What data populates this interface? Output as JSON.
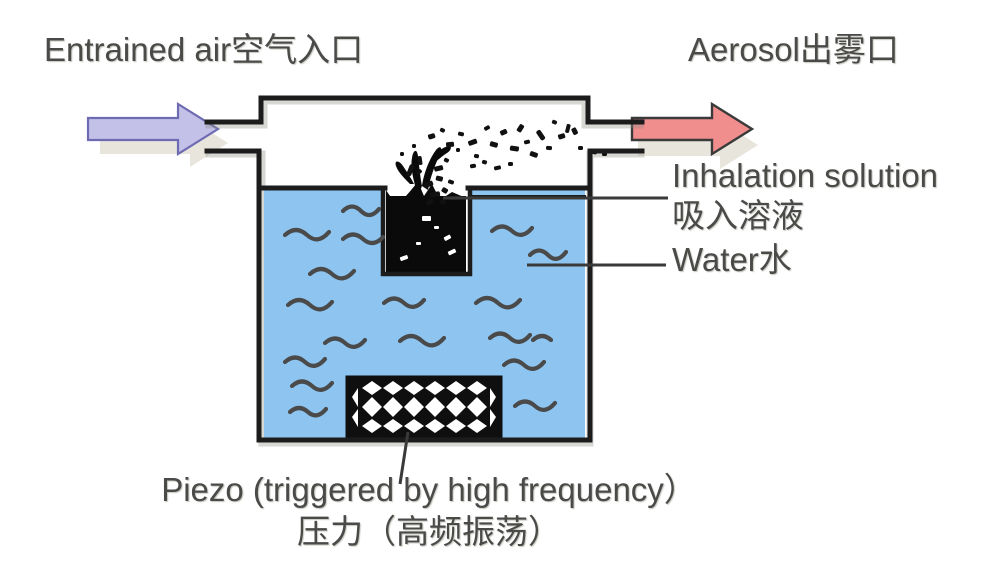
{
  "diagram": {
    "title_hidden": "",
    "labels": {
      "entrained_air": "Entrained air空气入口",
      "aerosol_outlet": "Aerosol出雾口",
      "inhalation_solution_en": "Inhalation solution",
      "inhalation_solution_zh": "吸入溶液",
      "water": "Water水",
      "piezo_en": "Piezo (triggered by high frequency）",
      "piezo_zh": "压力（高频振荡）"
    },
    "icons": {
      "inlet_arrow": "right-arrow-icon",
      "outlet_arrow": "right-arrow-icon",
      "mist_particles": "aerosol-droplets-icon",
      "wave_marks": "water-wave-icon",
      "piezo_lattice": "crosshatch-lattice-icon"
    },
    "colors": {
      "inlet_arrow_fill": "#c3c1e8",
      "inlet_arrow_stroke": "#6f6bb3",
      "outlet_arrow_fill": "#f08d8d",
      "outlet_arrow_stroke": "#3a3a3a",
      "arrow_shadow": "#e8e6dc",
      "water_fill": "#8ec5f0",
      "solution_fill": "#0a0a0a",
      "outline": "#1c1c1c",
      "text": "#4a4a48",
      "background": "#ffffff"
    },
    "parts": {
      "housing": "nebulizer-housing",
      "inlet_tube": "air-inlet-tube",
      "outlet_tube": "aerosol-outlet-tube",
      "water_tank": "water-reservoir",
      "solution_cup": "inhalation-solution-cup",
      "piezo_element": "piezo-transducer"
    }
  }
}
